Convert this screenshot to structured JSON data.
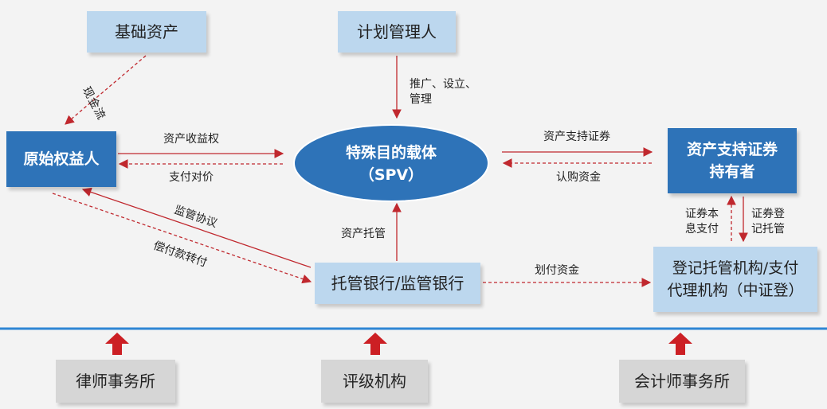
{
  "colors": {
    "arrow": "#c0282e",
    "light_box": "#bcd7ee",
    "dark_box": "#2e73b8",
    "ellipse": "#2e73b8",
    "gray_box": "#d6d6d6",
    "divider": "#2e86d4"
  },
  "nodes": {
    "underlying_assets": "基础资产",
    "plan_manager": "计划管理人",
    "originator": "原始权益人",
    "spv_line1": "特殊目的载体",
    "spv_line2": "（SPV）",
    "abs_holders_line1": "资产支持证券",
    "abs_holders_line2": "持有者",
    "custodian_bank": "托管银行/监管银行",
    "registrar_line1": "登记托管机构/支付",
    "registrar_line2": "代理机构（中证登）",
    "law_firm": "律师事务所",
    "rating_agency": "评级机构",
    "accounting_firm": "会计师事务所"
  },
  "edges": {
    "cash_flow": "现金流",
    "promote_line1": "推广、设立、",
    "promote_line2": "管理",
    "asset_income_right": "资产收益权",
    "pay_consideration": "支付对价",
    "abs_securities": "资产支持证券",
    "subscription_funds": "认购资金",
    "supervision_agreement": "监管协议",
    "repayment_transfer": "偿付款转付",
    "asset_custody": "资产托管",
    "transfer_funds": "划付资金",
    "principal_line1": "证券本",
    "principal_line2": "息支付",
    "registration_line1": "证券登",
    "registration_line2": "记托管"
  }
}
